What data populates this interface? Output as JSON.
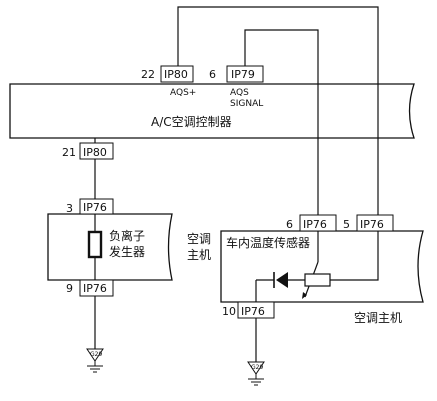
{
  "controller": {
    "label": "A/C空调控制器",
    "pins": [
      {
        "pin": "22",
        "connector": "IP80",
        "signal": "AQS+"
      },
      {
        "pin": "6",
        "connector": "IP79",
        "signal_line1": "AQS",
        "signal_line2": "SIGNAL"
      },
      {
        "pin": "21",
        "connector": "IP80"
      }
    ]
  },
  "ion_module": {
    "host_label_line1": "空调",
    "host_label_line2": "主机",
    "device_label_line1": "负离子",
    "device_label_line2": "发生器",
    "pins": [
      {
        "pin": "3",
        "connector": "IP76"
      },
      {
        "pin": "9",
        "connector": "IP76"
      }
    ],
    "ground": "G29"
  },
  "temp_module": {
    "sensor_label": "车内温度传感器",
    "host_label": "空调主机",
    "pins": [
      {
        "pin": "6",
        "connector": "IP76"
      },
      {
        "pin": "5",
        "connector": "IP76"
      },
      {
        "pin": "10",
        "connector": "IP76"
      }
    ],
    "ground": "G29"
  }
}
